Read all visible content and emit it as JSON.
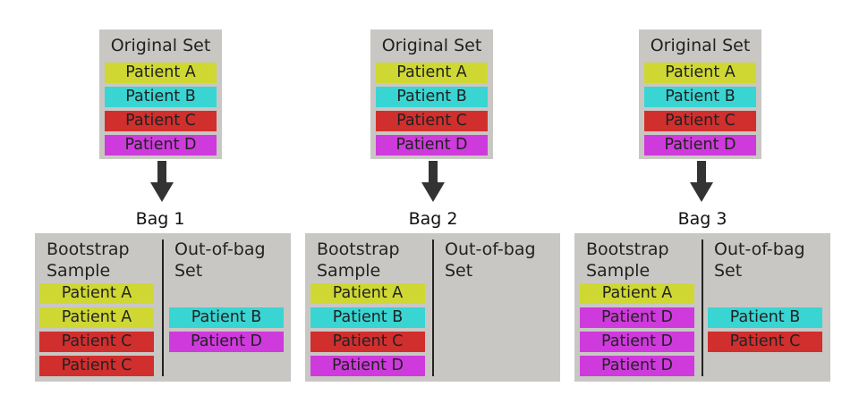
{
  "colors": {
    "Patient A": "#cfd833",
    "Patient B": "#38d5d3",
    "Patient C": "#d12f2e",
    "Patient D": "#cf3adc",
    "panel": "#c9c7c4"
  },
  "original_set": {
    "title": "Original Set",
    "patients": [
      "Patient A",
      "Patient B",
      "Patient C",
      "Patient D"
    ]
  },
  "bags": [
    {
      "label": "Bag 1",
      "bootstrap_title_line1": "Bootstrap",
      "bootstrap_title_line2": "Sample",
      "oob_title_line1": "Out-of-bag",
      "oob_title_line2": "Set",
      "bootstrap_sample": [
        "Patient A",
        "Patient A",
        "Patient C",
        "Patient C"
      ],
      "out_of_bag_set": [
        "Patient B",
        "Patient D"
      ]
    },
    {
      "label": "Bag 2",
      "bootstrap_title_line1": "Bootstrap",
      "bootstrap_title_line2": "Sample",
      "oob_title_line1": "Out-of-bag",
      "oob_title_line2": "Set",
      "bootstrap_sample": [
        "Patient A",
        "Patient B",
        "Patient C",
        "Patient D"
      ],
      "out_of_bag_set": []
    },
    {
      "label": "Bag 3",
      "bootstrap_title_line1": "Bootstrap",
      "bootstrap_title_line2": "Sample",
      "oob_title_line1": "Out-of-bag",
      "oob_title_line2": "Set",
      "bootstrap_sample": [
        "Patient A",
        "Patient D",
        "Patient D",
        "Patient D"
      ],
      "out_of_bag_set": [
        "Patient B",
        "Patient C"
      ]
    }
  ]
}
